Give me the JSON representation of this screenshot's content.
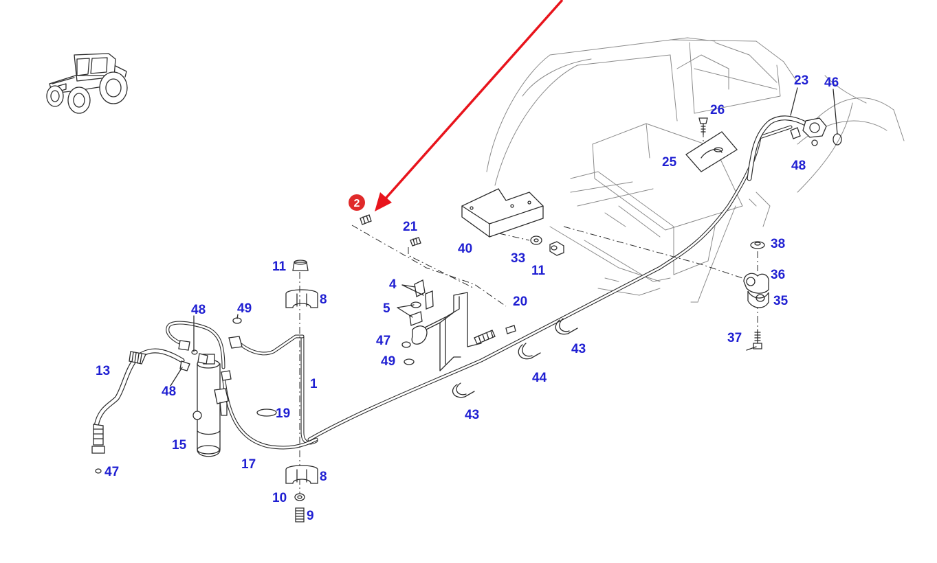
{
  "callout_badge": {
    "label": "2",
    "color": "#e02a2a"
  },
  "arrow_color": "#e8141c",
  "label_color": "#1f1fd2",
  "labels": {
    "p1": "1",
    "p4": "4",
    "p5": "5",
    "p8a": "8",
    "p8b": "8",
    "p9": "9",
    "p10": "10",
    "p11a": "11",
    "p11b": "11",
    "p13": "13",
    "p15": "15",
    "p17": "17",
    "p19": "19",
    "p20": "20",
    "p21": "21",
    "p23": "23",
    "p25": "25",
    "p26": "26",
    "p33": "33",
    "p35": "35",
    "p36": "36",
    "p37": "37",
    "p38": "38",
    "p40": "40",
    "p43a": "43",
    "p43b": "43",
    "p44": "44",
    "p46": "46",
    "p47a": "47",
    "p47b": "47",
    "p48a": "48",
    "p48b": "48",
    "p48c": "48",
    "p49a": "49",
    "p49b": "49"
  }
}
